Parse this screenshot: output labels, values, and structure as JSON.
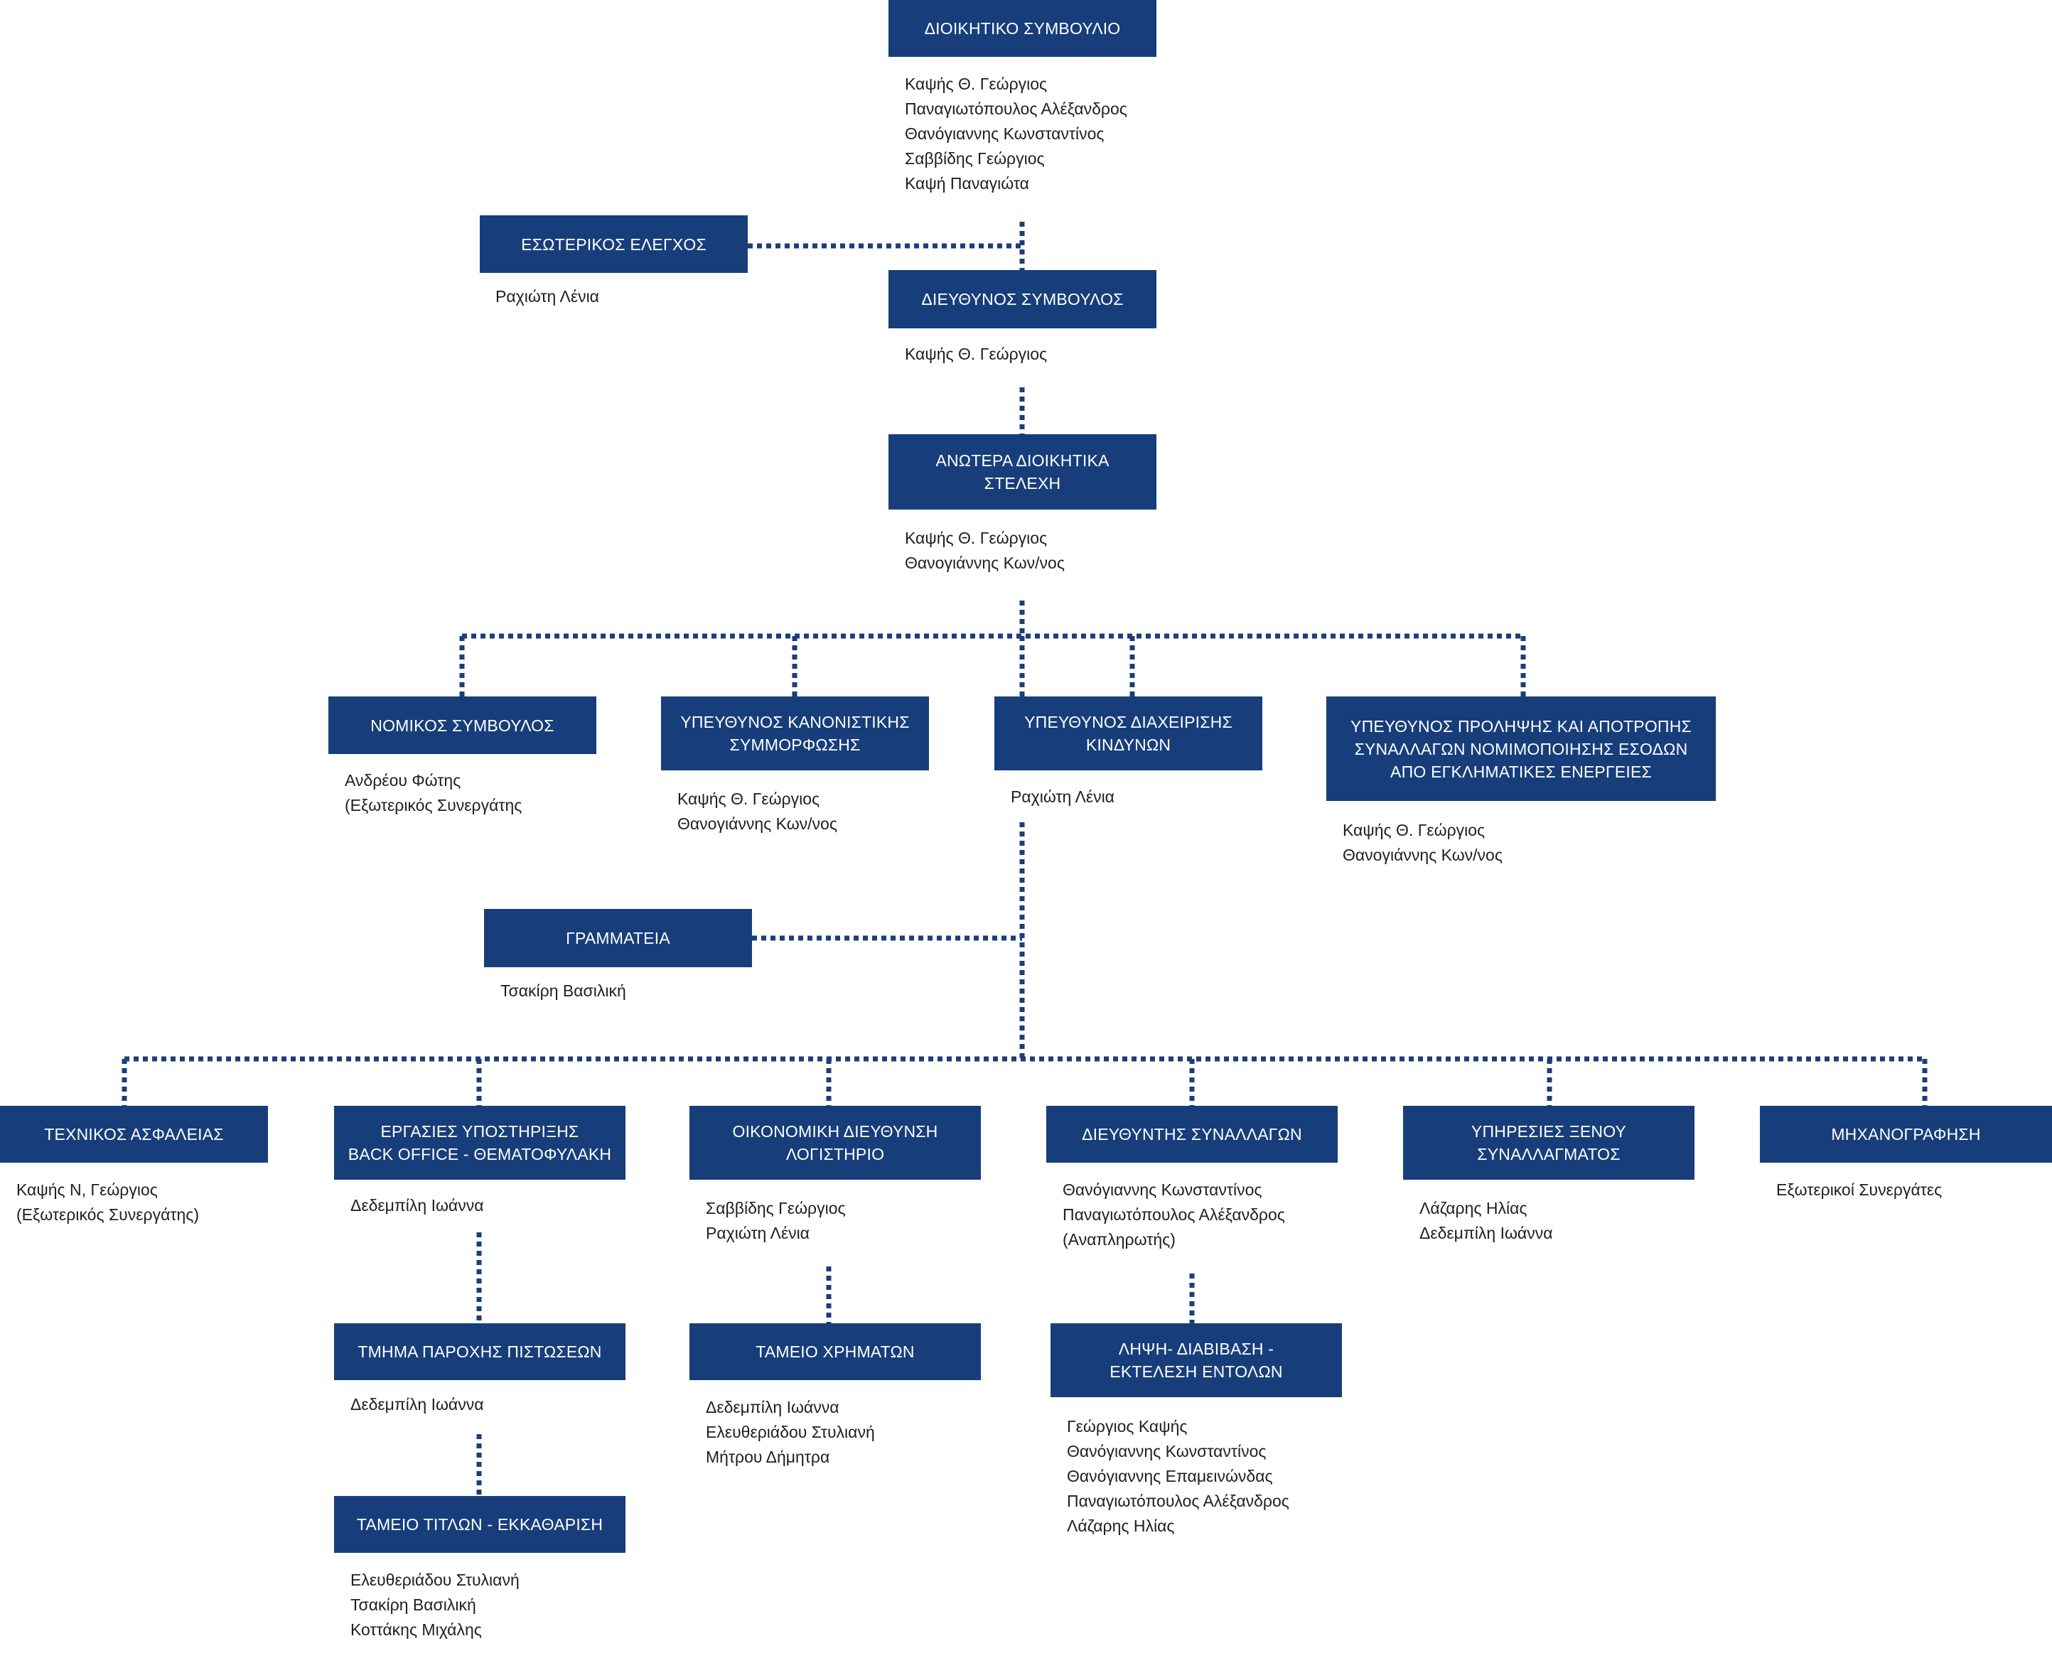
{
  "colors": {
    "box_fill": "#173e7a",
    "box_text": "#ffffff",
    "connector": "#1c3d78",
    "name_text": "#1f1f1f",
    "background": "#ffffff"
  },
  "units": [
    {
      "id": "board",
      "title": "ΔΙΟΙΚΗΤΙΚΟ ΣΥΜΒΟΥΛΙΟ",
      "names": [
        "Καψής Θ. Γεώργιος",
        "Παναγιωτόπουλος Αλέξανδρος",
        "Θανόγιαννης Κωνσταντίνος",
        "Σαββίδης Γεώργιος",
        "Καψή Παναγιώτα"
      ]
    },
    {
      "id": "internal-audit",
      "title": "ΕΣΩΤΕΡΙΚΟΣ ΕΛΕΓΧΟΣ",
      "names": [
        "Ραχιώτη Λένια"
      ]
    },
    {
      "id": "ceo",
      "title": "ΔΙΕΥΘΥΝΟΣ ΣΥΜΒΟΥΛΟΣ",
      "names": [
        "Καψής Θ. Γεώργιος"
      ]
    },
    {
      "id": "senior-management",
      "title": "ΑΝΩΤΕΡΑ ΔΙΟΙΚΗΤΙΚΑ\nΣΤΕΛΕΧΗ",
      "names": [
        "Καψής Θ. Γεώργιος",
        "Θανογιάννης Κων/νος"
      ]
    },
    {
      "id": "legal-advisor",
      "title": "ΝΟΜΙΚΟΣ ΣΥΜΒΟΥΛΟΣ",
      "names": [
        "Ανδρέου Φώτης",
        "(Εξωτερικός Συνεργάτης"
      ]
    },
    {
      "id": "compliance",
      "title": "ΥΠΕΥΘΥΝΟΣ ΚΑΝΟΝΙΣΤΙΚΗΣ\nΣΥΜΜΟΡΦΩΣΗΣ",
      "names": [
        "Καψής Θ. Γεώργιος",
        "Θανογιάννης Κων/νος"
      ]
    },
    {
      "id": "risk-management",
      "title": "ΥΠΕΥΘΥΝΟΣ ΔΙΑΧΕΙΡΙΣΗΣ\nΚΙΝΔΥΝΩΝ",
      "names": [
        "Ραχιώτη Λένια"
      ]
    },
    {
      "id": "aml",
      "title": "ΥΠΕΥΘΥΝΟΣ ΠΡΟΛΗΨΗΣ ΚΑΙ ΑΠΟΤΡΟΠΗΣ\nΣΥΝΑΛΛΑΓΩΝ ΝΟΜΙΜΟΠΟΙΗΣΗΣ ΕΣΟΔΩΝ\nΑΠΟ ΕΓΚΛΗΜΑΤΙΚΕΣ ΕΝΕΡΓΕΙΕΣ",
      "names": [
        "Καψής Θ. Γεώργιος",
        "Θανογιάννης Κων/νος"
      ]
    },
    {
      "id": "secretariat",
      "title": "ΓΡΑΜΜΑΤΕΙΑ",
      "names": [
        "Τσακίρη Βασιλική"
      ]
    },
    {
      "id": "safety-technician",
      "title": "ΤΕΧΝΙΚΟΣ ΑΣΦΑΛΕΙΑΣ",
      "names": [
        "Καψής Ν, Γεώργιος",
        "(Εξωτερικός Συνεργάτης)"
      ]
    },
    {
      "id": "back-office",
      "title": "ΕΡΓΑΣΙΕΣ ΥΠΟΣΤΗΡΙΞΗΣ\nBACK OFFICE - ΘΕΜΑΤΟΦΥΛΑΚΗ",
      "names": [
        "Δεδεμπίλη Ιωάννα"
      ]
    },
    {
      "id": "finance",
      "title": "ΟΙΚΟΝΟΜΙΚΗ ΔΙΕΥΘΥΝΣΗ\nΛΟΓΙΣΤΗΡΙΟ",
      "names": [
        "Σαββίδης Γεώργιος",
        "Ραχιώτη Λένια"
      ]
    },
    {
      "id": "trading-director",
      "title": "ΔΙΕΥΘΥΝΤΗΣ ΣΥΝΑΛΛΑΓΩΝ",
      "names": [
        "Θανόγιαννης Κωνσταντίνος",
        "Παναγιωτόπουλος Αλέξανδρος",
        "(Αναπληρωτής)"
      ]
    },
    {
      "id": "fx-services",
      "title": "ΥΠΗΡΕΣΙΕΣ ΞΕΝΟΥ\nΣΥΝΑΛΛΑΓΜΑΤΟΣ",
      "names": [
        "Λάζαρης Ηλίας",
        "Δεδεμπίλη Ιωάννα"
      ]
    },
    {
      "id": "it",
      "title": "ΜΗΧΑΝΟΓΡΑΦΗΣΗ",
      "names": [
        "Εξωτερικοί Συνεργάτες"
      ]
    },
    {
      "id": "credit",
      "title": "ΤΜΗΜΑ ΠΑΡΟΧΗΣ ΠΙΣΤΩΣΕΩΝ",
      "names": [
        "Δεδεμπίλη Ιωάννα"
      ]
    },
    {
      "id": "cashier",
      "title": "ΤΑΜΕΙΟ ΧΡΗΜΑΤΩΝ",
      "names": [
        "Δεδεμπίλη Ιωάννα",
        "Ελευθεριάδου Στυλιανή",
        "Μήτρου Δήμητρα"
      ]
    },
    {
      "id": "order-execution",
      "title": "ΛΗΨΗ- ΔΙΑΒΙΒΑΣΗ -\nΕΚΤΕΛΕΣΗ ΕΝΤΟΛΩΝ",
      "names": [
        "Γεώργιος Καψής",
        "Θανόγιαννης Κωνσταντίνος",
        "Θανόγιαννης Επαμεινώνδας",
        "Παναγιωτόπουλος Αλέξανδρος",
        "Λάζαρης Ηλίας"
      ]
    },
    {
      "id": "securities-clearing",
      "title": "ΤΑΜΕΙΟ ΤΙΤΛΩΝ - ΕΚΚΑΘΑΡΙΣΗ",
      "names": [
        "Ελευθεριάδου Στυλιανή",
        "Τσακίρη Βασιλική",
        "Κοττάκης Μιχάλης"
      ]
    }
  ]
}
